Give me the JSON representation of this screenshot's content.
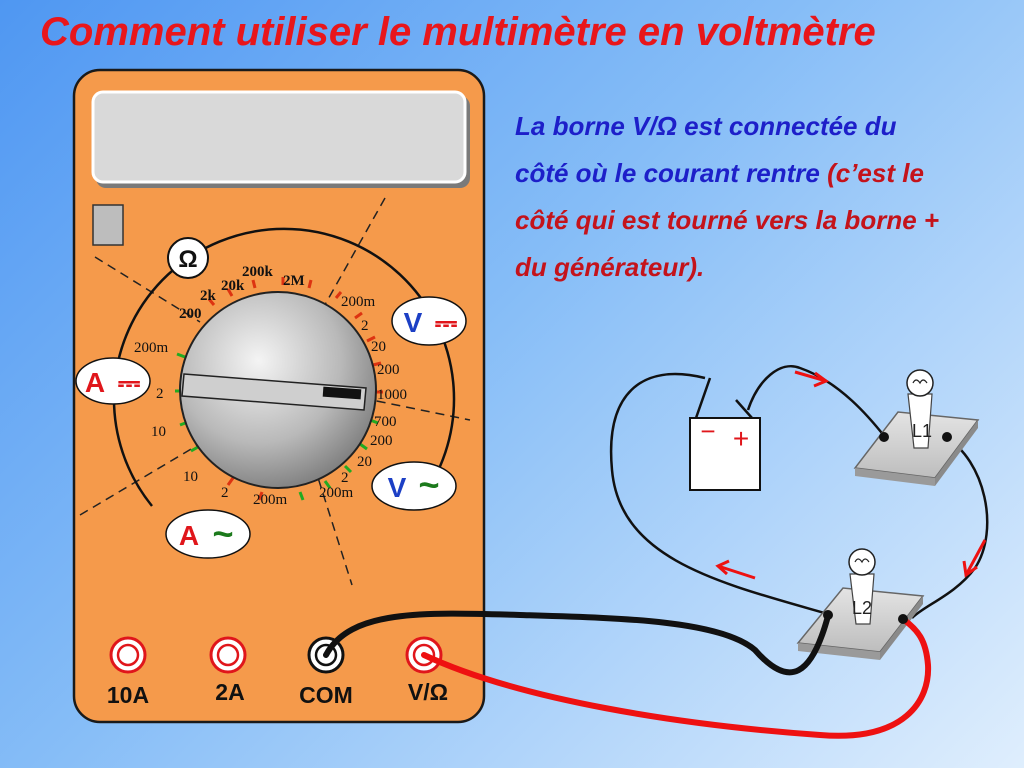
{
  "title": "Comment utiliser le multimètre en voltmètre",
  "explanation": {
    "part1": "La borne V/",
    "omega": "Ω",
    "part2": " est connectée du côté où le courant rentre ",
    "part3": "(c’est le côté qui est tourné vers la borne + du générateur)."
  },
  "multimeter": {
    "mode_badges": {
      "ohm": "Ω",
      "v_dc": "V",
      "a_dc": "A",
      "v_ac": "V",
      "a_ac": "A",
      "dc_symbol": "⎓",
      "ac_symbol": "~"
    },
    "dial_labels": [
      "2k",
      "20k",
      "200k",
      "2M",
      "200",
      "200m",
      "200m",
      "2",
      "20",
      "200",
      "1000",
      "700",
      "200",
      "20",
      "2",
      "200m",
      "200m",
      "2",
      "10",
      "2",
      "10"
    ],
    "terminals": {
      "t10a": "10A",
      "t2a": "2A",
      "com": "COM",
      "vohm": "V/Ω"
    }
  },
  "circuit": {
    "lamp1": "L1",
    "lamp2": "L2",
    "generator_minus": "−",
    "generator_plus": "+"
  },
  "colors": {
    "title": "#e8161b",
    "text_blue": "#1d1fc9",
    "text_red": "#c4131b",
    "multimeter_body": "#f59a4b",
    "red_wire": "#ee1111",
    "black_wire": "#111111"
  }
}
